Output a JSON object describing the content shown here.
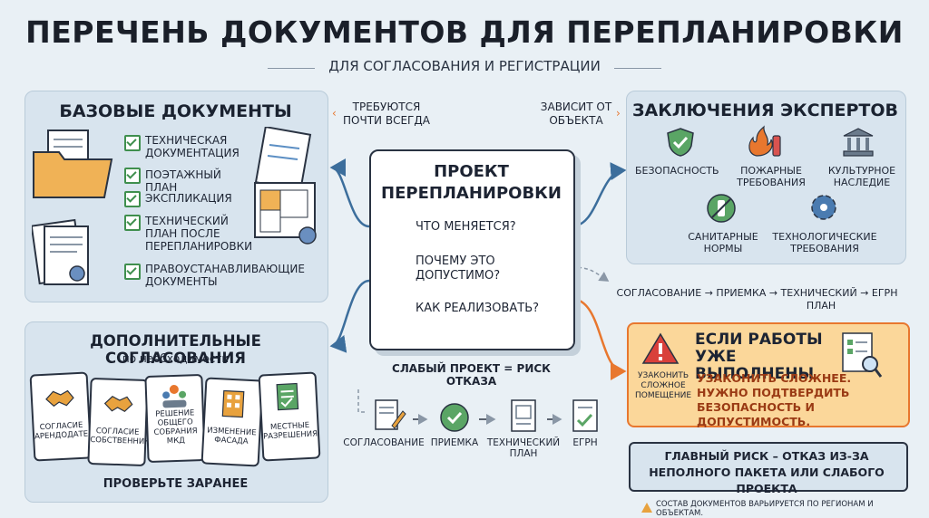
{
  "header": {
    "title": "ПЕРЕЧЕНЬ ДОКУМЕНТОВ ДЛЯ ПЕРЕПЛАНИРОВКИ",
    "subtitle": "ДЛЯ СОГЛАСОВАНИЯ И РЕГИСТРАЦИИ"
  },
  "base_docs": {
    "title": "БАЗОВЫЕ ДОКУМЕНТЫ",
    "items": [
      "ТЕХНИЧЕСКАЯ ДОКУМЕНТАЦИЯ",
      "ПОЭТАЖНЫЙ ПЛАН",
      "ЭКСПЛИКАЦИЯ",
      "ТЕХНИЧЕСКИЙ ПЛАН ПОСЛЕ ПЕРЕПЛАНИРОВКИ",
      "ПРАВОУСТАНАВЛИВАЮЩИЕ ДОКУМЕНТЫ"
    ],
    "note": "ТРЕБУЮТСЯ ПОЧТИ ВСЕГДА"
  },
  "experts": {
    "title": "ЗАКЛЮЧЕНИЯ ЭКСПЕРТОВ",
    "note": "ЗАВИСИТ ОТ ОБЪЕКТА",
    "items": [
      "БЕЗОПАСНОСТЬ",
      "ПОЖАРНЫЕ ТРЕБОВАНИЯ",
      "КУЛЬТУРНОЕ НАСЛЕДИЕ",
      "САНИТАРНЫЕ НОРМЫ",
      "ТЕХНОЛОГИЧЕСКИЕ ТРЕБОВАНИЯ"
    ]
  },
  "project": {
    "title": "ПРОЕКТ ПЕРЕПЛАНИРОВКИ",
    "questions": [
      "ЧТО МЕНЯЕТСЯ?",
      "ПОЧЕМУ ЭТО ДОПУСТИМО?",
      "КАК РЕАЛИЗОВАТЬ?"
    ],
    "risk": "СЛАБЫЙ ПРОЕКТ = РИСК ОТКАЗА"
  },
  "approvals": {
    "title": "ДОПОЛНИТЕЛЬНЫЕ СОГЛАСОВАНИЯ",
    "subtitle": "по необходимости",
    "cards": [
      "СОГЛАСИЕ АРЕНДОДАТЕЛЯ",
      "СОГЛАСИЕ СОБСТВЕННИКОВ",
      "РЕШЕНИЕ ОБЩЕГО СОБРАНИЯ МКД",
      "ИЗМЕНЕНИЕ ФАСАДА",
      "МЕСТНЫЕ РАЗРЕШЕНИЯ"
    ],
    "footer": "ПРОВЕРЬТЕ ЗАРАНЕЕ"
  },
  "process": {
    "chain": "СОГЛАСОВАНИЕ → ПРИЕМКА → ТЕХНИЧЕСКИЙ → ЕГРН",
    "chain_tail": "ПЛАН",
    "steps": [
      "СОГЛАСОВАНИЕ",
      "ПРИЕМКА",
      "ТЕХНИЧЕСКИЙ ПЛАН",
      "ЕГРН"
    ]
  },
  "warning": {
    "title": "ЕСЛИ РАБОТЫ УЖЕ ВЫПОЛНЕНЫ",
    "icon_label": "УЗАКОНИТЬ СЛОЖНОЕ ПОМЕЩЕНИЕ",
    "text": "УЗАКОНИТЬ СЛОЖНЕЕ. НУЖНО ПОДТВЕРДИТЬ БЕЗОПАСНОСТЬ И ДОПУСТИМОСТЬ."
  },
  "main_risk": "ГЛАВНЫЙ РИСК – ОТКАЗ ИЗ-ЗА НЕПОЛНОГО ПАКЕТА ИЛИ СЛАБОГО ПРОЕКТА",
  "footnote": "СОСТАВ ДОКУМЕНТОВ ВАРЬИРУЕТСЯ ПО РЕГИОНАМ И ОБЪЕКТАМ.",
  "colors": {
    "accent_orange": "#e8772e",
    "check_green": "#3f8f4e",
    "panel": "#d8e4ee",
    "arrow_blue": "#3c6e9c",
    "warning_bg": "#fbd79a"
  }
}
